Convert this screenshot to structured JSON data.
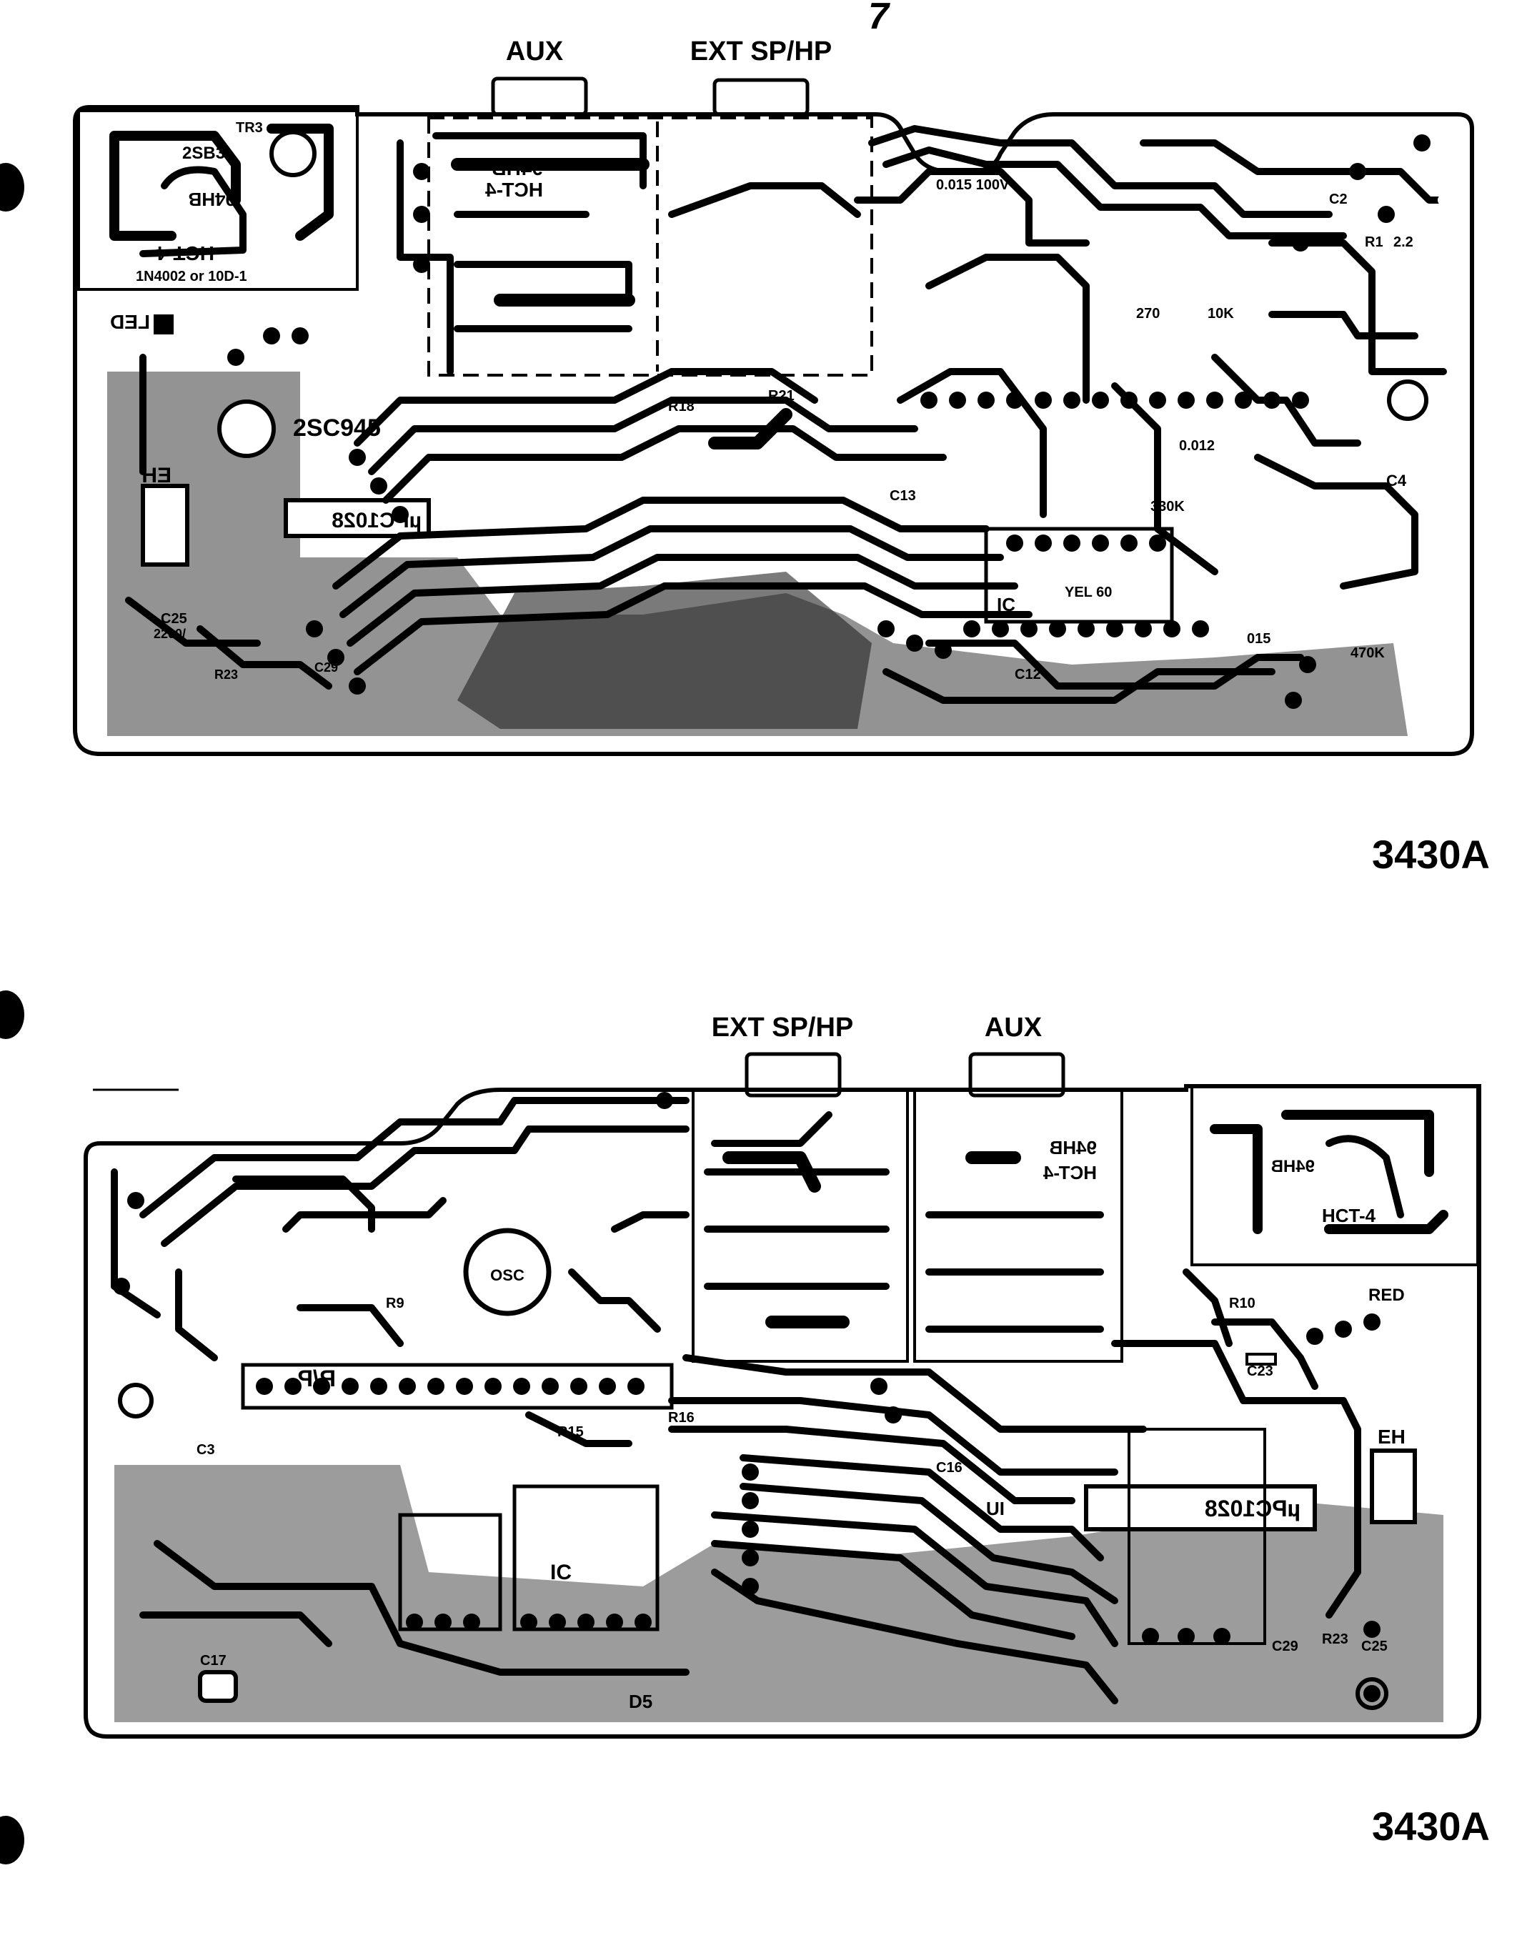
{
  "top_board": {
    "connector_aux": "AUX",
    "connector_ext": "EXT SP/HP",
    "model_number": "3430A",
    "mark": "7",
    "labels": {
      "tr3": "TR3",
      "transistor_2sb3": "2SB3",
      "hb94": "94HB",
      "hct4": "HCT-4",
      "diode_note": "1N4002 or 10D-1",
      "led": "LED",
      "tr2": "2SC945",
      "eh": "EH",
      "nc": "µPC1028",
      "cap25": "C25",
      "cap25_val": "2200/",
      "r23": "R23",
      "c29": "C29",
      "cap_0015": "0.015 100V",
      "r1": "R1",
      "r1_val": "2.2",
      "c2": "C2",
      "r21": "R21",
      "r18": "R18",
      "c13": "C13",
      "c12": "C12",
      "c4": "C4",
      "yel": "YEL 60",
      "r470k": "470K",
      "r330k": "330K",
      "r270": "270",
      "r10k": "10K",
      "c0012": "0.012",
      "c015": "015",
      "ic": "IC"
    }
  },
  "bottom_board": {
    "connector_ext": "EXT SP/HP",
    "connector_aux": "AUX",
    "model_number": "3430A",
    "labels": {
      "osc": "OSC",
      "r16": "R16",
      "r15": "R15",
      "r9": "R9",
      "c3": "C3",
      "c17": "C17",
      "d5": "D5",
      "ic": "IC",
      "hb94": "94HB",
      "hct4": "HCT-4",
      "red": "RED",
      "c23": "C23",
      "eh": "EH",
      "nc": "µPC1028",
      "r23": "R23",
      "c29": "C29",
      "c25": "C25",
      "c16": "C16",
      "r10": "R10",
      "rp": "R/P",
      "ui": "UI"
    }
  }
}
